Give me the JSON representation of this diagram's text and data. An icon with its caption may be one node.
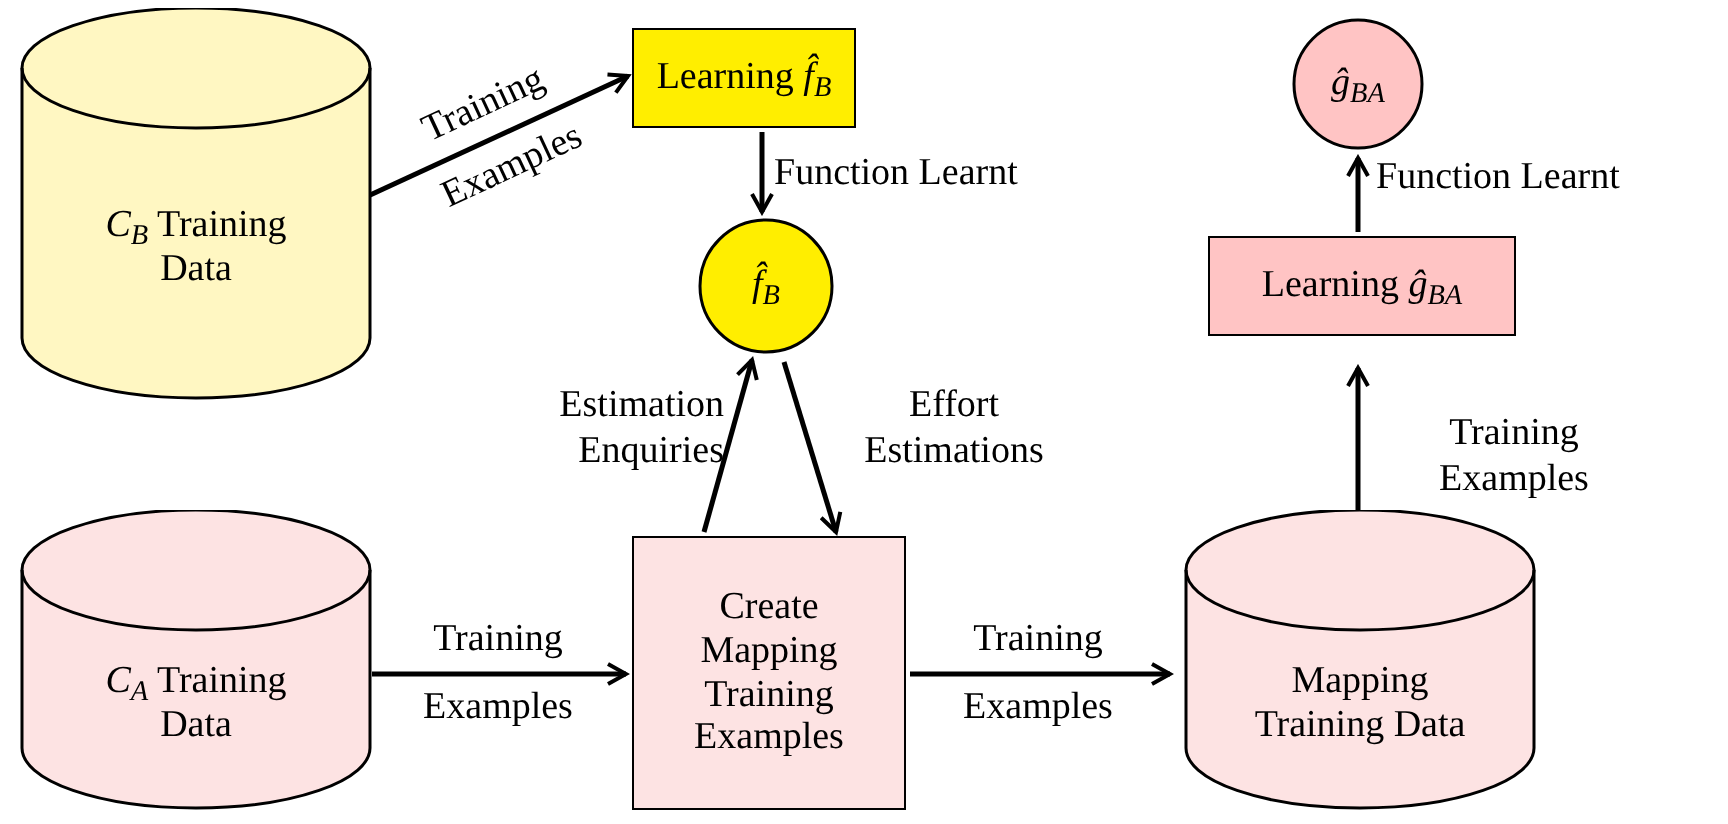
{
  "diagram": {
    "nodes": [
      {
        "text": [
          "*C*$_{B}$ Training Data"
        ]
      },
      {
        "text": [
          "Learning *f̂*$_{B}$"
        ]
      },
      {
        "text": [
          "*f̂*$_{B}$"
        ]
      },
      {
        "text": [
          "Learning *ĝ*$_{BA}$"
        ]
      },
      {
        "text": [
          "*ĝ*$_{BA}$"
        ]
      },
      {
        "text": [
          "*C*$_{A}$ Training Data"
        ]
      },
      {
        "text": [
          "Create Mapping Training Examples"
        ]
      },
      {
        "text": [
          "Mapping Training Data"
        ]
      }
    ],
    "edges": [
      {
        "from": 0,
        "to": 1,
        "arrow": "to",
        "label": "Training Examples"
      },
      {
        "from": 1,
        "to": 2,
        "arrow": "to",
        "label": "Function Learnt"
      },
      {
        "from": 6,
        "to": 2,
        "arrow": "to",
        "label": "Estimation Enquiries"
      },
      {
        "from": 2,
        "to": 6,
        "arrow": "to",
        "label": "Effort Estimations"
      },
      {
        "from": 5,
        "to": 6,
        "arrow": "to",
        "label": "Training Examples"
      },
      {
        "from": 6,
        "to": 7,
        "arrow": "to",
        "label": "Training Examples"
      },
      {
        "from": 7,
        "to": 3,
        "arrow": "to",
        "label": "Training Examples"
      },
      {
        "from": 3,
        "to": 4,
        "arrow": "to",
        "label": "Function Learnt"
      }
    ]
  }
}
